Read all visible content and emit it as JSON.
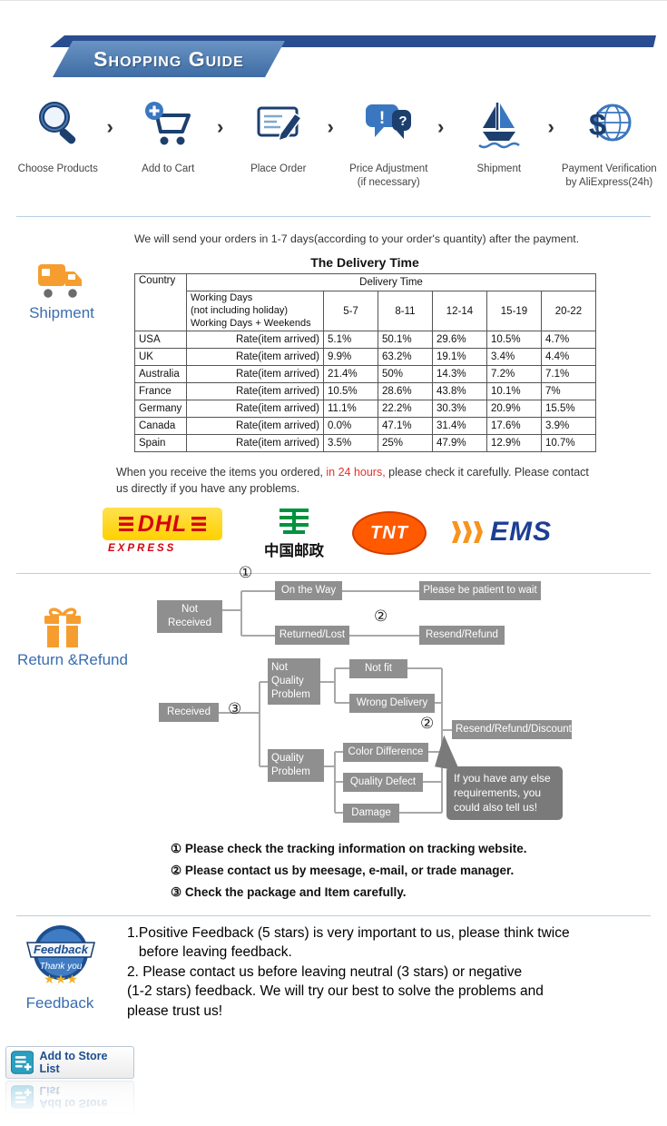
{
  "header": {
    "title": "Shopping Guide"
  },
  "process": {
    "arrow": "›",
    "steps": [
      {
        "icon": "magnifier-icon",
        "label": "Choose Products"
      },
      {
        "icon": "add-to-cart-icon",
        "label": "Add to Cart"
      },
      {
        "icon": "place-order-icon",
        "label": "Place Order"
      },
      {
        "icon": "price-adjustment-bubbles-icon",
        "label": "Price Adjustment\n(if necessary)"
      },
      {
        "icon": "sailboat-icon",
        "label": "Shipment"
      },
      {
        "icon": "globe-payment-icon",
        "label": "Payment Verification\nby AliExpress(24h)"
      }
    ]
  },
  "shipment": {
    "label": "Shipment",
    "intro": "We will send your orders in 1-7 days(according to your order's quantity) after the payment.",
    "table": {
      "title": "The Delivery Time",
      "corner_header": "Country",
      "group_header": "Delivery Time",
      "working_days_label": "Working Days\n(not including holiday)\nWorking Days + Weekends",
      "ranges": [
        "5-7",
        "8-11",
        "12-14",
        "15-19",
        "20-22"
      ],
      "rate_label": "Rate(item arrived)",
      "rows": [
        {
          "country": "USA",
          "rates": [
            "5.1%",
            "50.1%",
            "29.6%",
            "10.5%",
            "4.7%"
          ]
        },
        {
          "country": "UK",
          "rates": [
            "9.9%",
            "63.2%",
            "19.1%",
            "3.4%",
            "4.4%"
          ]
        },
        {
          "country": "Australia",
          "rates": [
            "21.4%",
            "50%",
            "14.3%",
            "7.2%",
            "7.1%"
          ]
        },
        {
          "country": "France",
          "rates": [
            "10.5%",
            "28.6%",
            "43.8%",
            "10.1%",
            "7%"
          ]
        },
        {
          "country": "Germany",
          "rates": [
            "11.1%",
            "22.2%",
            "30.3%",
            "20.9%",
            "15.5%"
          ]
        },
        {
          "country": "Canada",
          "rates": [
            "0.0%",
            "47.1%",
            "31.4%",
            "17.6%",
            "3.9%"
          ]
        },
        {
          "country": "Spain",
          "rates": [
            "3.5%",
            "25%",
            "47.9%",
            "12.9%",
            "10.7%"
          ]
        }
      ]
    },
    "notice": {
      "pre": "When you receive the items you ordered, ",
      "highlight": "in 24 hours,",
      "post": " please check it carefully. Please contact us directly if you have any problems.",
      "highlight_color": "#e8302a"
    },
    "carriers": {
      "dhl": {
        "name": "DHL",
        "sub": "EXPRESS"
      },
      "china_post": {
        "name": "中国邮政"
      },
      "tnt": {
        "name": "TNT"
      },
      "ems": {
        "name": "EMS"
      }
    }
  },
  "returns": {
    "label": "Return &Refund",
    "flow": {
      "not_received": "Not Received",
      "on_the_way": "On the Way",
      "be_patient": "Please be patient to wait",
      "returned_lost": "Returned/Lost",
      "resend_refund": "Resend/Refund",
      "received": "Received",
      "not_quality_problem": "Not Quality Problem",
      "not_fit": "Not fit",
      "wrong_delivery": "Wrong Delivery",
      "quality_problem": "Quality Problem",
      "color_difference": "Color Difference",
      "quality_defect": "Quality Defect",
      "damage": "Damage",
      "resend_refund_discount": "Resend/Refund/Discount",
      "bubble": "If you have any else requirements, you could also tell us!",
      "marker_1": "①",
      "marker_2": "②",
      "marker_3": "③"
    },
    "notes": [
      "① Please check the tracking information on tracking website.",
      "② Please contact us by meesage, e-mail, or trade manager.",
      "③ Check the package and Item carefully."
    ]
  },
  "feedback": {
    "label": "Feedback",
    "badge": {
      "title": "Feedback",
      "thanks": "Thank you",
      "stars": "★★★"
    },
    "lines": [
      "1.Positive Feedback (5 stars) is very important to us, please think twice",
      "   before leaving feedback.",
      "2. Please contact us before leaving neutral (3 stars) or negative",
      "(1-2 stars) feedback. We will try our best to solve the problems and",
      "please trust us!"
    ]
  },
  "footer": {
    "add_to_store": "Add to Store List"
  },
  "colors": {
    "accent_blue": "#3a6db0",
    "navy": "#1c3f6e",
    "banner_blue": "#4a77ab",
    "orange": "#f59e2f",
    "warning_red": "#e8302a",
    "flow_gray": "#8f8f8f",
    "dhl_yellow": "#ffd000",
    "dhl_red": "#d40511",
    "post_green": "#00923f",
    "tnt_orange": "#ff5a00",
    "ems_blue": "#1c3f94"
  }
}
